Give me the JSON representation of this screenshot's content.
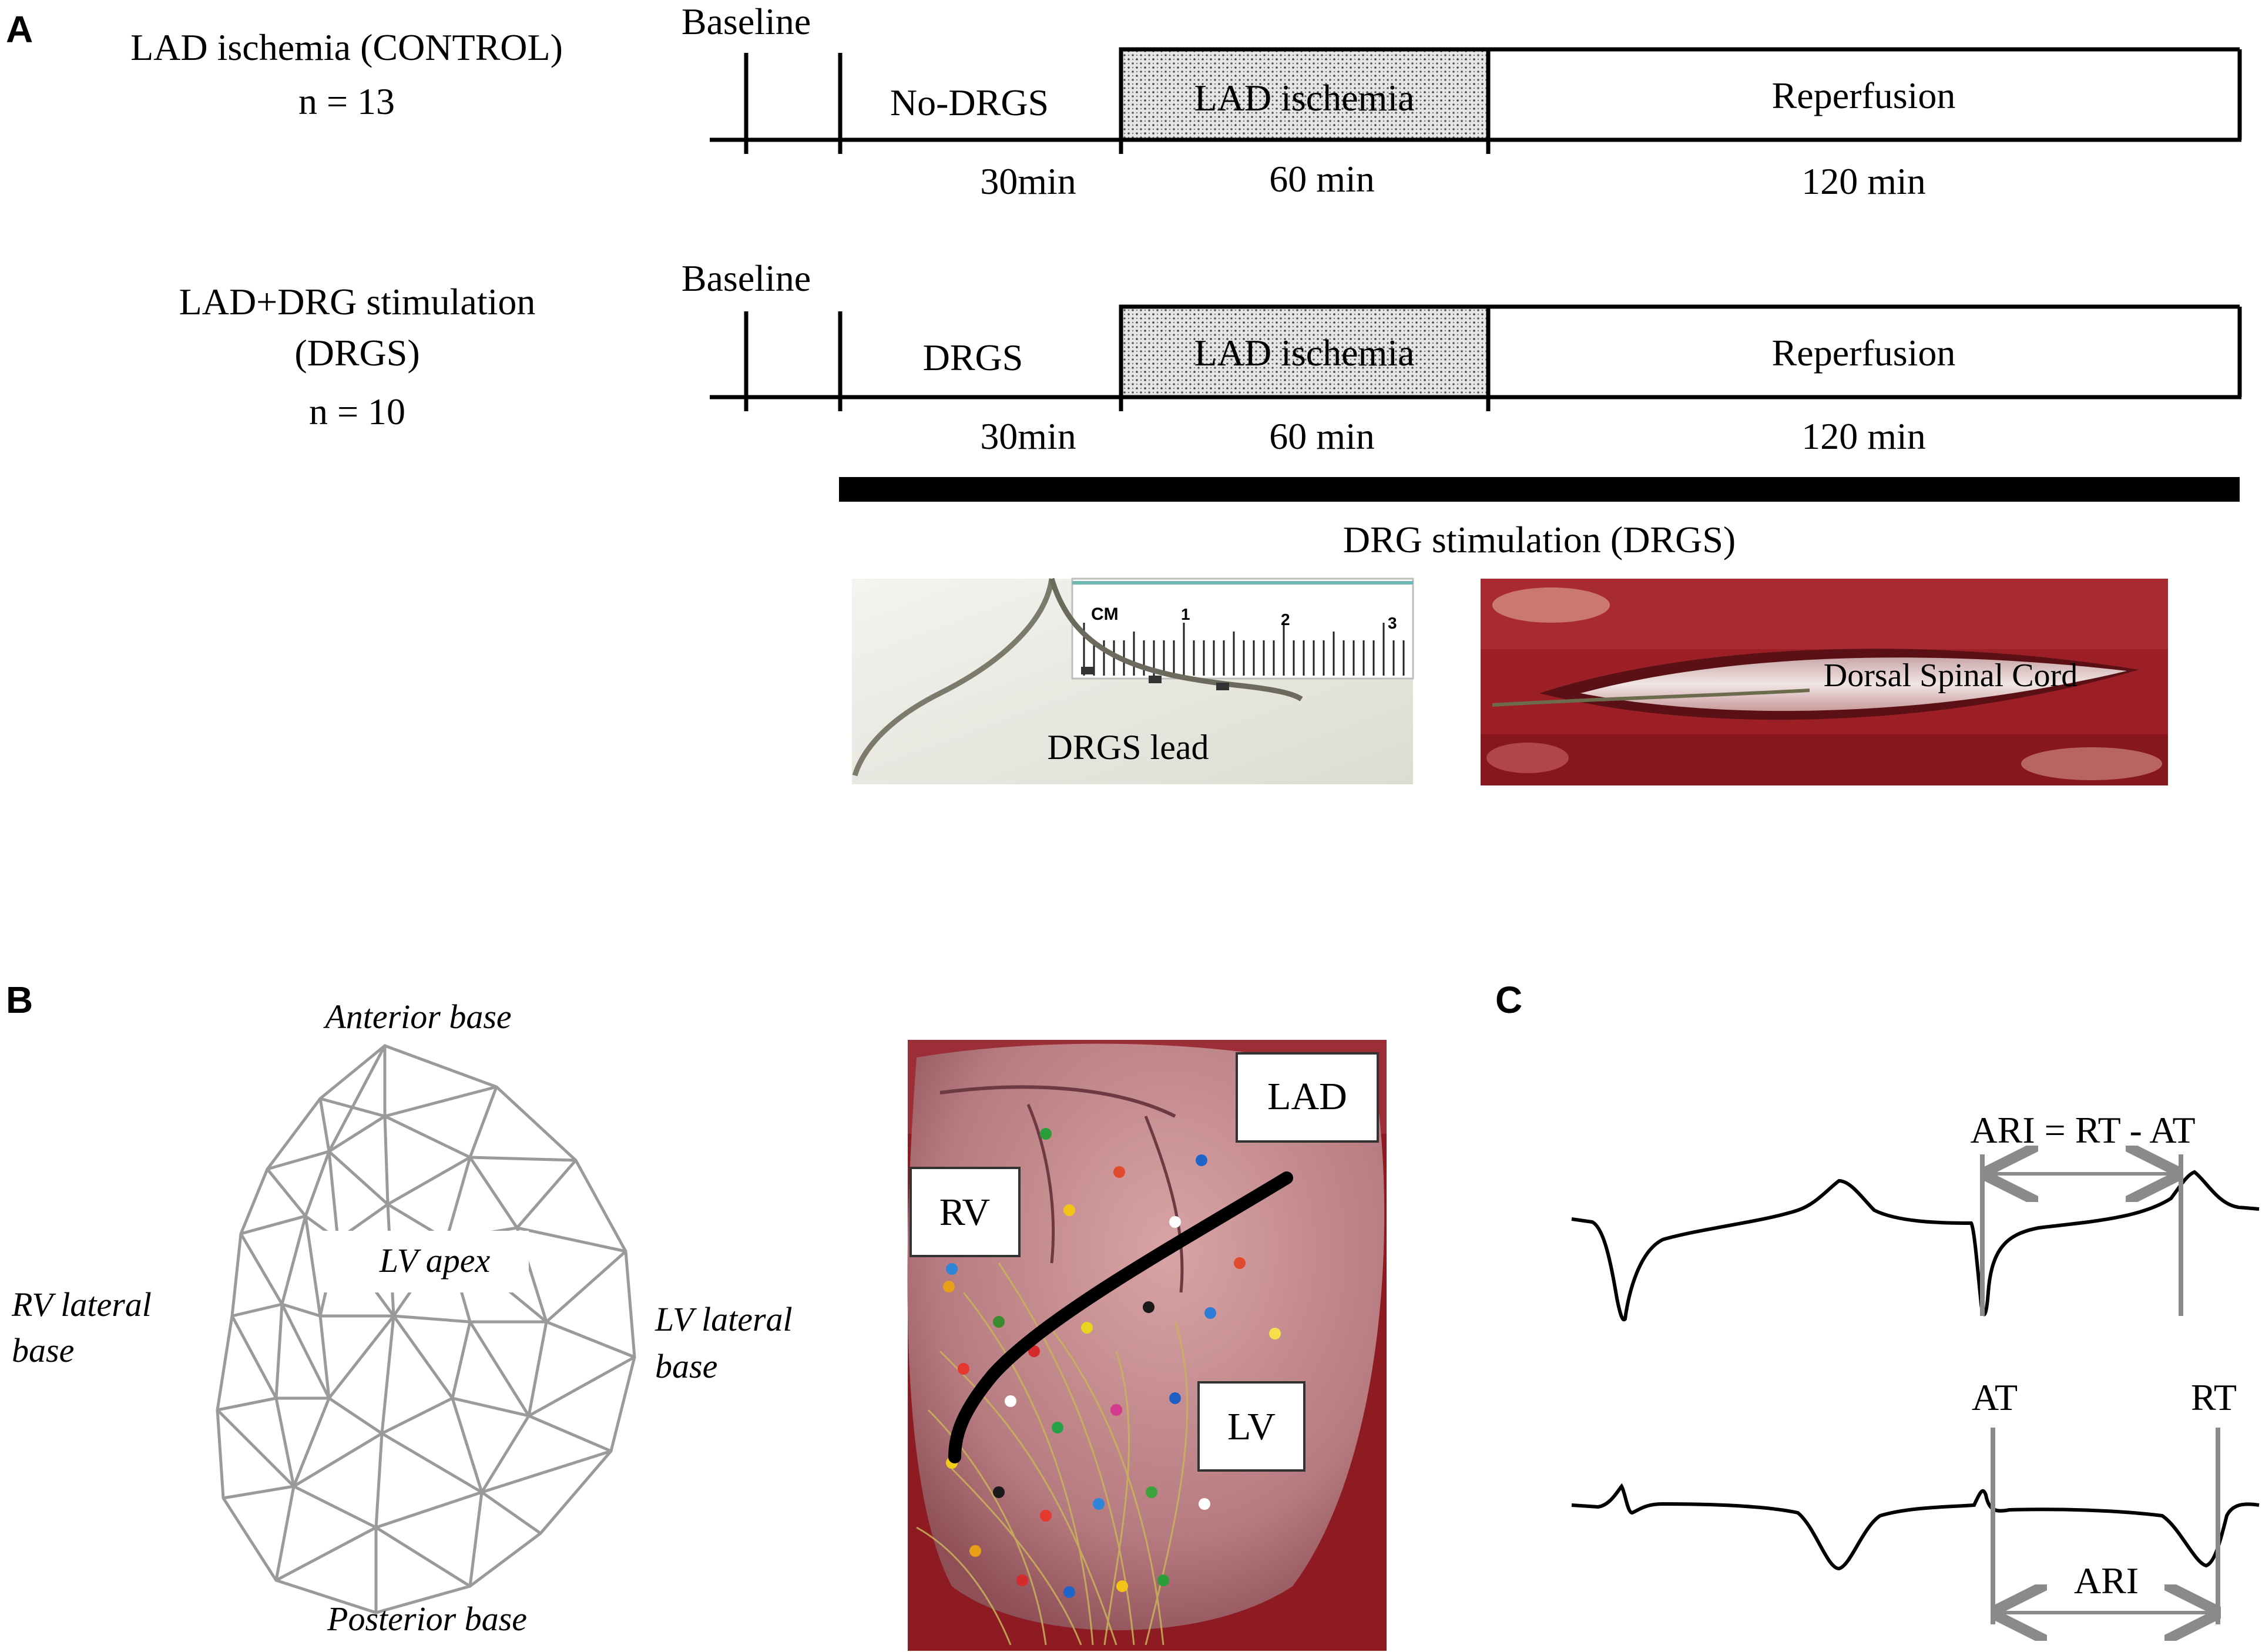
{
  "panel_a": {
    "letter": "A",
    "groups": [
      {
        "name_line1": "LAD ischemia (CONTROL)",
        "name_line2": "",
        "n_label": "n = 13",
        "pre_phase": "No-DRGS"
      },
      {
        "name_line1": "LAD+DRG stimulation",
        "name_line2": "(DRGS)",
        "n_label": "n = 10",
        "pre_phase": "DRGS"
      }
    ],
    "baseline_label": "Baseline",
    "ischemia_label": "LAD ischemia",
    "reperfusion_label": "Reperfusion",
    "durations": [
      "30min",
      "60 min",
      "120 min"
    ],
    "drgs_bar_label": "DRG stimulation (DRGS)",
    "photo_lead": {
      "caption": "DRGS lead",
      "ruler_unit": "CM",
      "ruler_ticks": [
        "1",
        "2",
        "3"
      ]
    },
    "photo_cord": {
      "caption": "Dorsal Spinal Cord"
    }
  },
  "panel_b": {
    "letter": "B",
    "mesh_labels": {
      "anterior": "Anterior base",
      "apex": "LV apex",
      "rv_line1": "RV lateral",
      "rv_line2": "base",
      "lv_line1": "LV lateral",
      "lv_line2": "base",
      "posterior": "Posterior base"
    },
    "heart_labels": {
      "lad": "LAD",
      "rv": "RV",
      "lv": "LV"
    }
  },
  "panel_c": {
    "letter": "C",
    "formula": "ARI = RT - AT",
    "at_label": "AT",
    "rt_label": "RT",
    "ari_label": "ARI"
  },
  "colors": {
    "ink": "#000000",
    "marker_gray": "#8a8a8a",
    "mesh_gray": "#9a9a9a",
    "tissue_red": "#a01e24",
    "heart_pink": "#c98a8e"
  }
}
